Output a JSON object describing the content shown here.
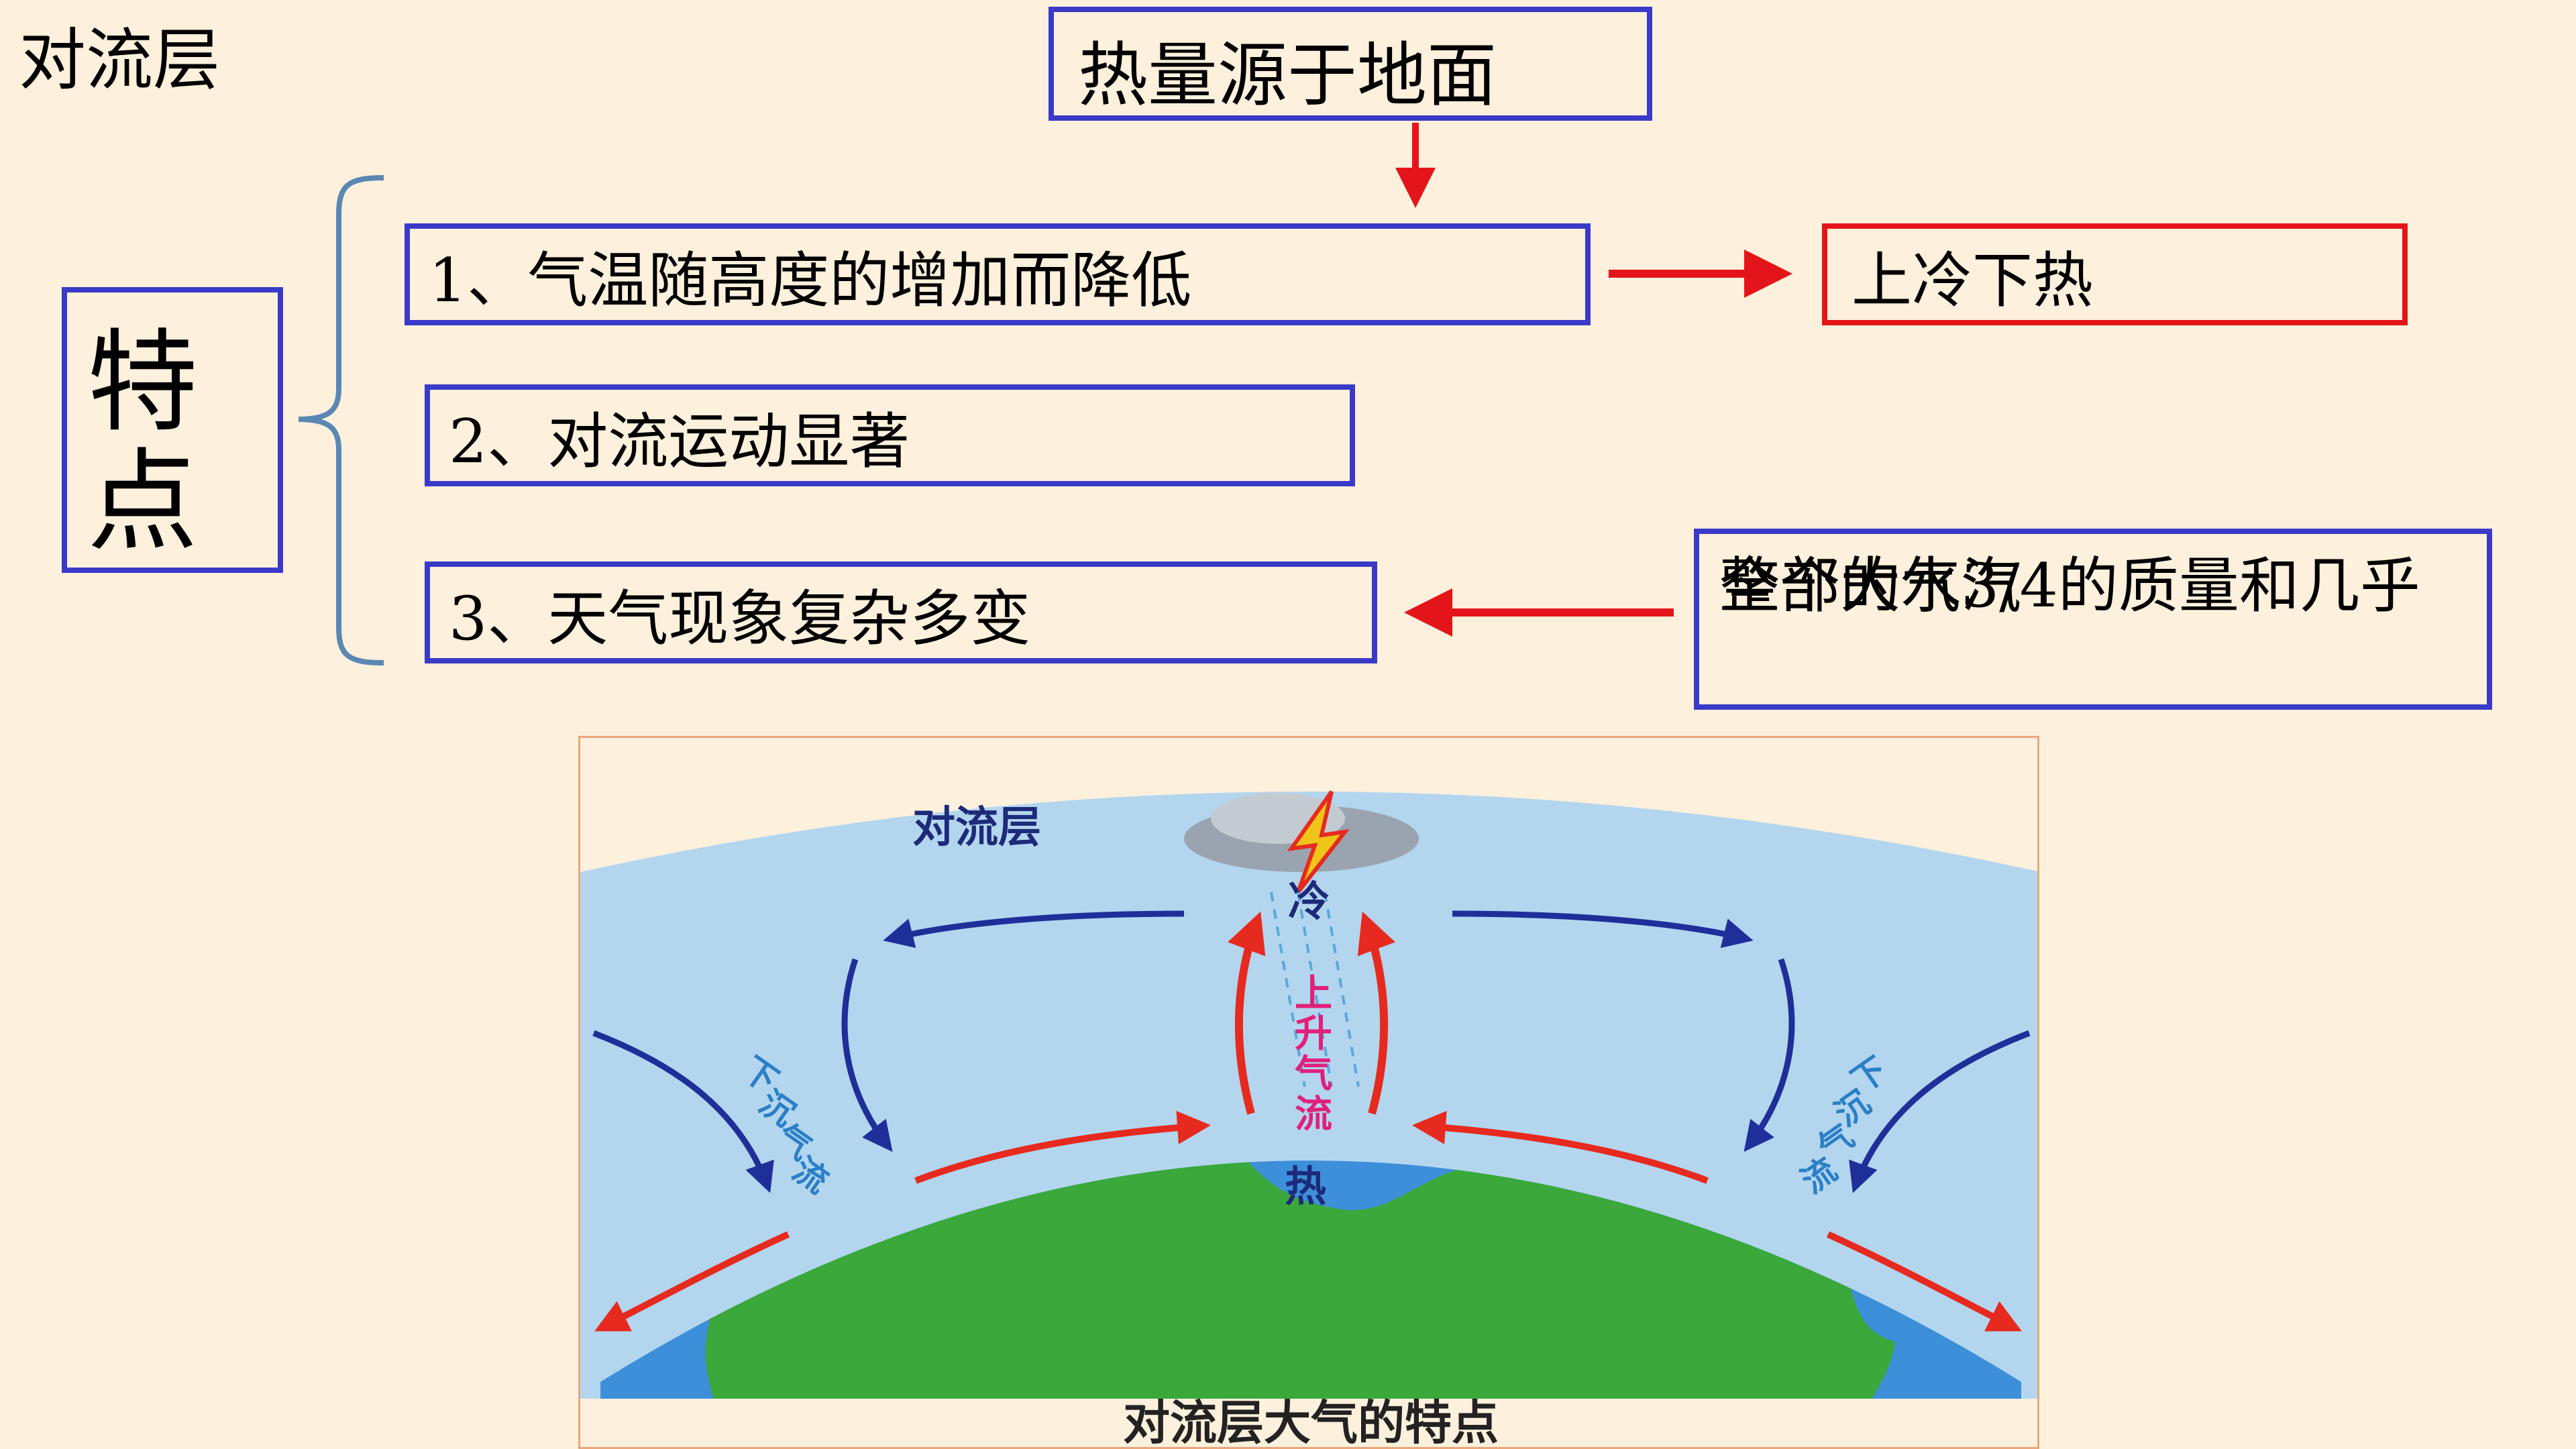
{
  "page": {
    "title": "对流层"
  },
  "heat_source": {
    "text": "热量源于地面"
  },
  "features": {
    "label_line1": "特",
    "label_line2": "点",
    "items": [
      {
        "text": "1、气温随高度的增加而降低"
      },
      {
        "text": "2、对流运动显著"
      },
      {
        "text": "3、天气现象复杂多变"
      }
    ]
  },
  "result": {
    "text": "上冷下热"
  },
  "mass": {
    "line1": "整个大气3/4的质量和几乎",
    "line2": "全部的水汽"
  },
  "diagram": {
    "layer_label": "对流层",
    "cold_label": "冷",
    "hot_label": "热",
    "updraft_label": [
      "上",
      "升",
      "气",
      "流"
    ],
    "downdraft_left": [
      "下",
      "沉",
      "气",
      "流"
    ],
    "downdraft_right": [
      "下",
      "沉",
      "气",
      "流"
    ],
    "caption": "对流层大气的特点"
  },
  "colors": {
    "box_border": "#3a3ac9",
    "red": "#e4141b",
    "bracket": "#5b87b3",
    "sky": "#b3d6ee",
    "land": "#3aa83a",
    "sea": "#3d8fd9",
    "label_navy": "#1d2a7a",
    "updraft_label": "#e0207a",
    "downdraft_label": "#2b7fc8"
  }
}
